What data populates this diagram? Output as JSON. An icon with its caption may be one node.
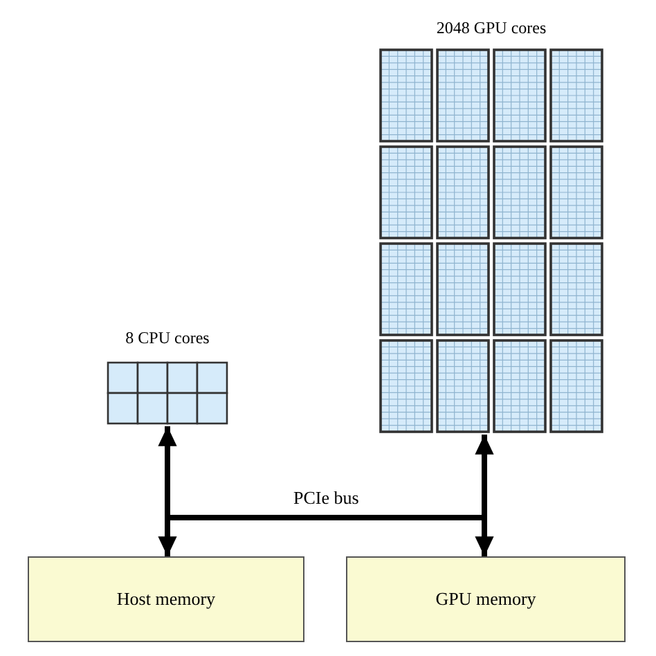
{
  "diagram": {
    "nodes": [
      {
        "text": [
          "8 CPU cores"
        ]
      },
      {
        "text": [
          "2048 GPU cores"
        ]
      },
      {
        "text": [
          "Host memory"
        ]
      },
      {
        "text": [
          "GPU memory"
        ]
      }
    ],
    "edges": [
      {
        "from": 0,
        "to": 2,
        "arrow": "both"
      },
      {
        "from": 1,
        "to": 3,
        "arrow": "both"
      },
      {
        "from": 2,
        "to": 3,
        "arrow": "none",
        "label": "PCIe bus"
      }
    ]
  }
}
